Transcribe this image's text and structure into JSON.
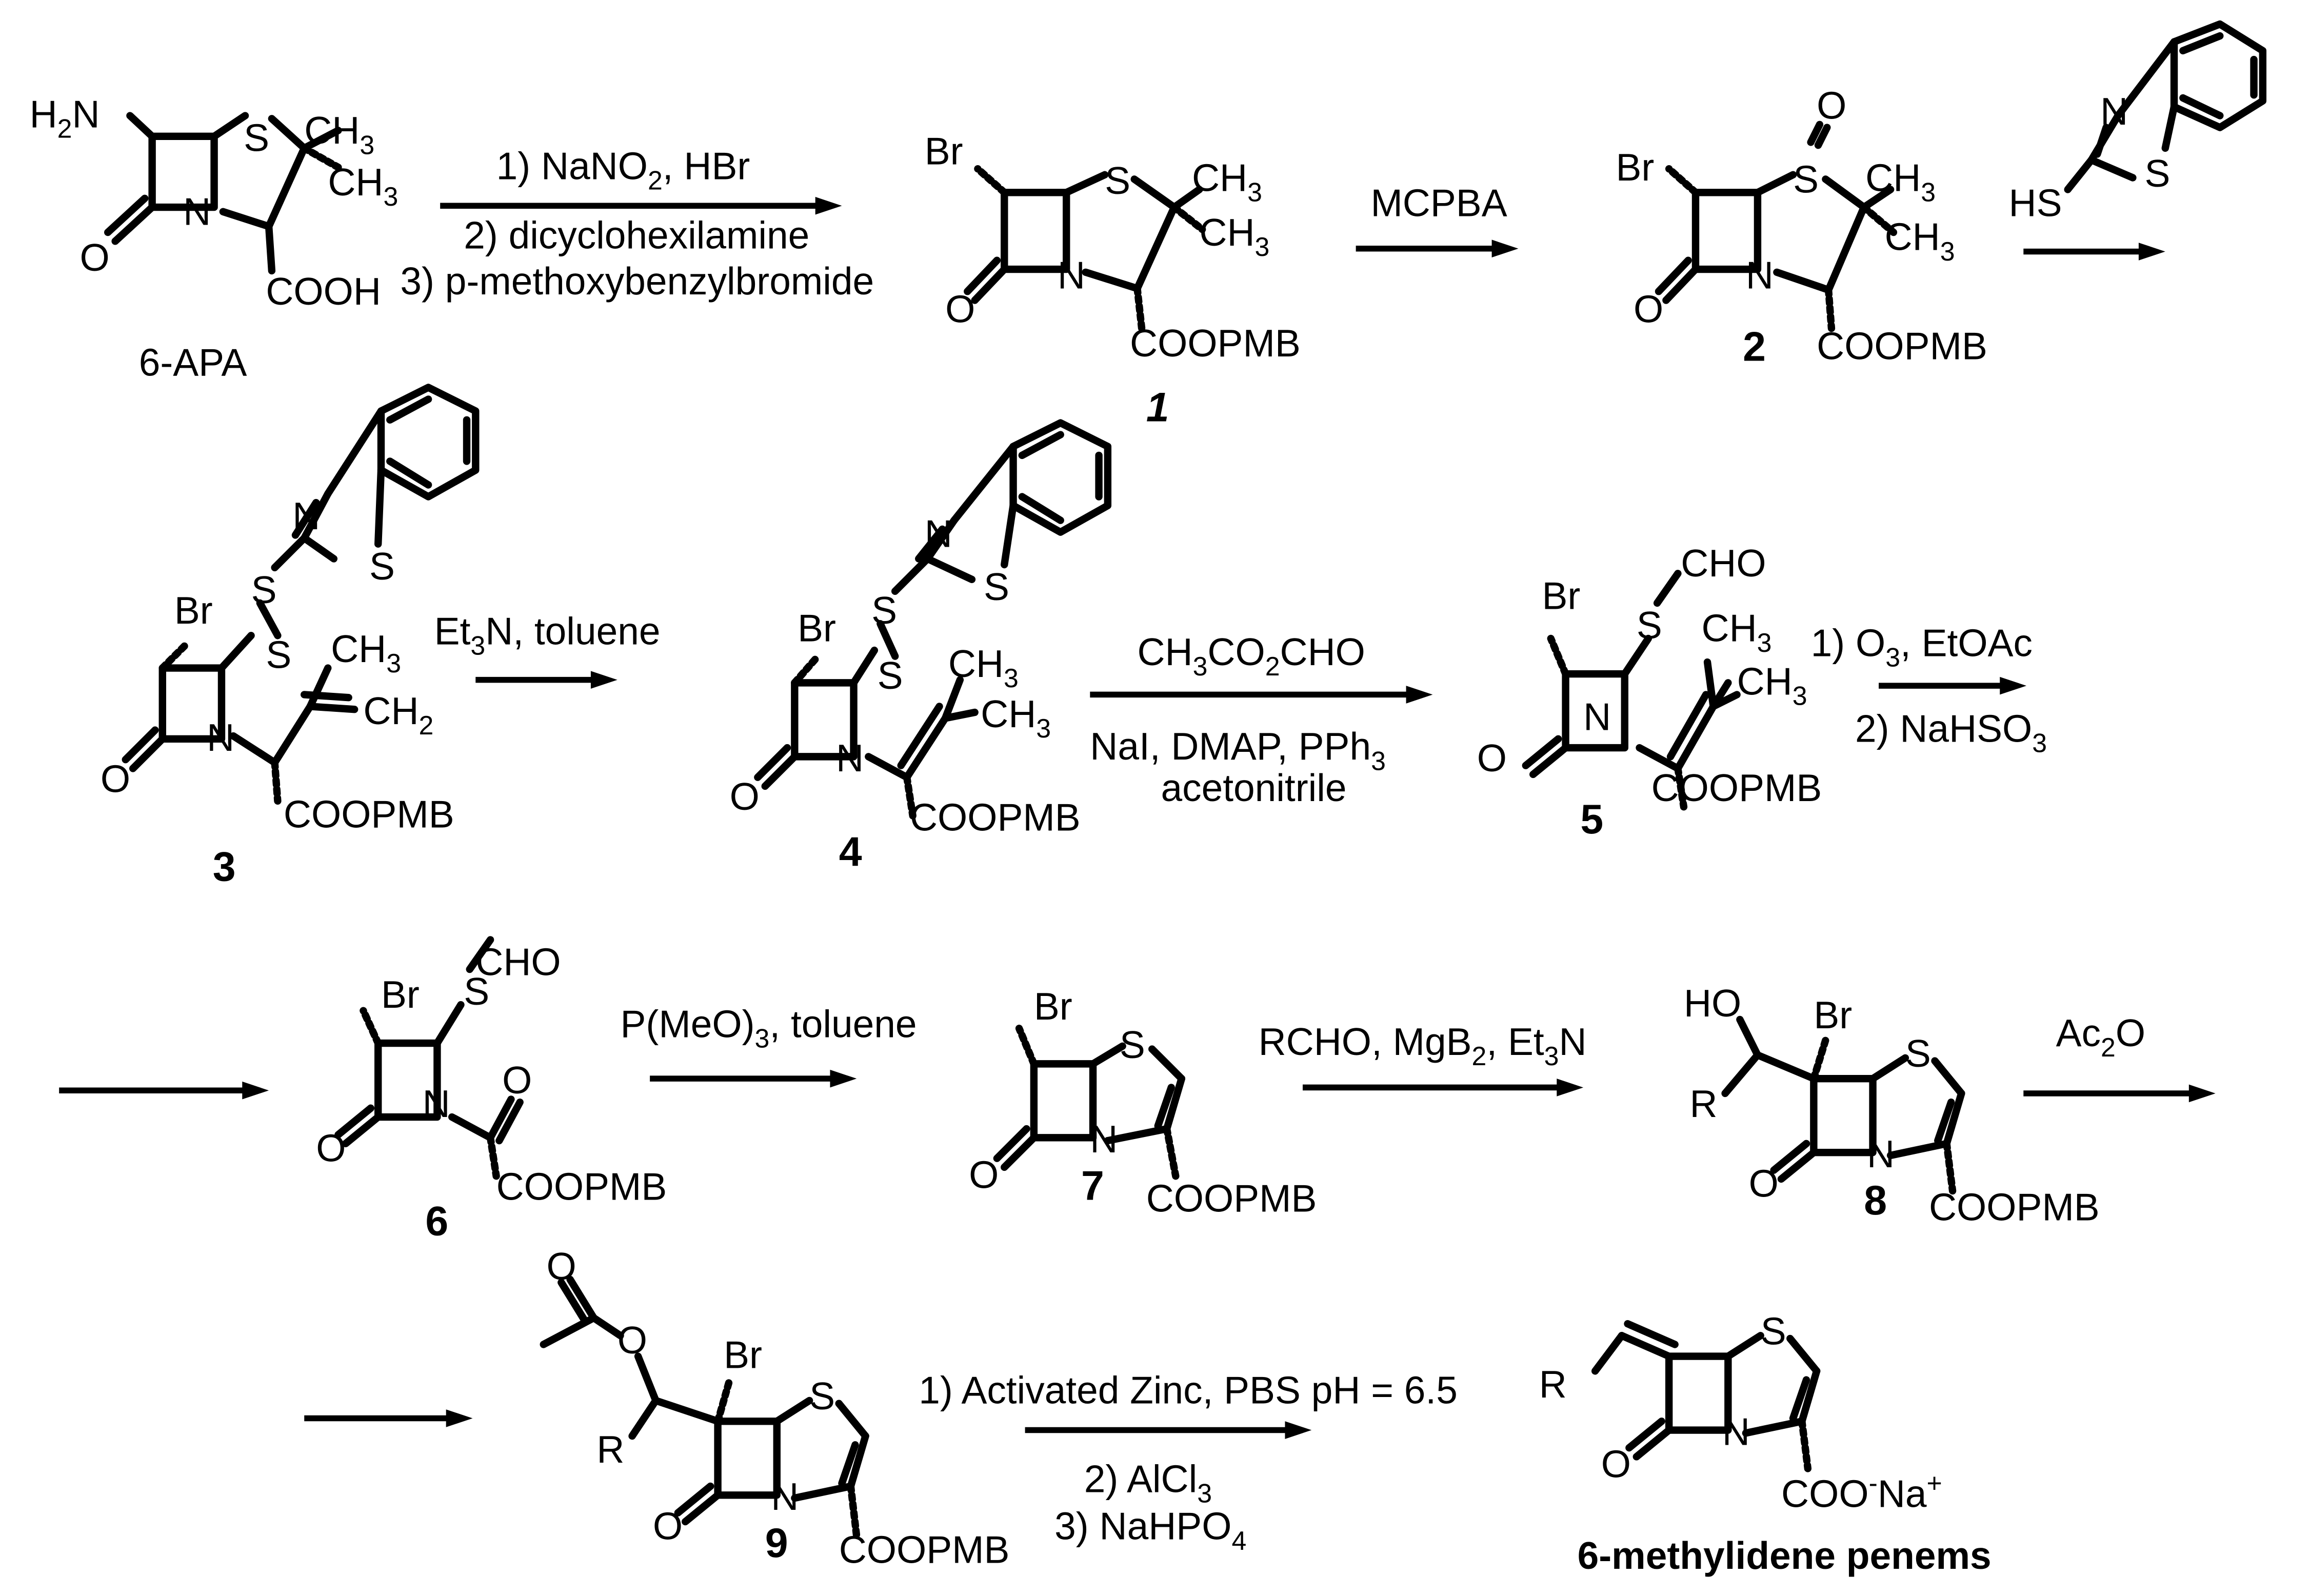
{
  "compounds": {
    "c6apa": {
      "label": "6-APA",
      "atoms": [
        "H",
        "2",
        "N",
        "S",
        "CH",
        "3",
        "CH",
        "3",
        "O",
        "N",
        "COOH"
      ]
    },
    "c1": {
      "label": "1",
      "atoms": [
        "Br",
        "S",
        "CH",
        "3",
        "CH",
        "3",
        "O",
        "N",
        "COOPMB"
      ]
    },
    "c2": {
      "label": "2",
      "atoms": [
        "Br",
        "S",
        "O",
        "CH",
        "3",
        "CH",
        "3",
        "O",
        "N",
        "COOPMB"
      ]
    },
    "reagent_bt": {
      "atoms": [
        "N",
        "S",
        "HS"
      ]
    },
    "c3": {
      "label": "3",
      "atoms": [
        "N",
        "S",
        "S",
        "S",
        "Br",
        "CH",
        "3",
        "CH",
        "2",
        "O",
        "N",
        "COOPMB"
      ]
    },
    "c4": {
      "label": "4",
      "atoms": [
        "N",
        "S",
        "S",
        "S",
        "Br",
        "CH",
        "3",
        "CH",
        "3",
        "O",
        "N",
        "COOPMB"
      ]
    },
    "c5": {
      "label": "5",
      "atoms": [
        "CHO",
        "Br",
        "S",
        "CH",
        "3",
        "CH",
        "3",
        "O",
        "N",
        "COOPMB"
      ]
    },
    "c6": {
      "label": "6",
      "atoms": [
        "CHO",
        "Br",
        "S",
        "O",
        "O",
        "N",
        "COOPMB"
      ]
    },
    "c7": {
      "label": "7",
      "atoms": [
        "Br",
        "S",
        "O",
        "N",
        "COOPMB"
      ]
    },
    "c8": {
      "label": "8",
      "atoms": [
        "HO",
        "Br",
        "R",
        "S",
        "O",
        "N",
        "COOPMB"
      ]
    },
    "c9": {
      "label": "9",
      "atoms": [
        "O",
        "O",
        "Br",
        "R",
        "S",
        "O",
        "N",
        "COOPMB"
      ]
    },
    "product": {
      "label": "6-methylidene penems",
      "atoms": [
        "R",
        "S",
        "O",
        "N",
        "COO",
        "-",
        "Na",
        "+"
      ]
    }
  },
  "reactions": {
    "r1": {
      "lines": [
        [
          "1) NaNO",
          "2",
          ", HBr"
        ],
        [
          "2) dicyclohexilamine"
        ],
        [
          "3) p-methoxybenzylbromide"
        ]
      ]
    },
    "r2": {
      "lines": [
        [
          "MCPBA"
        ]
      ]
    },
    "r3": {
      "lines": [
        [
          "Et",
          "3",
          "N, toluene"
        ]
      ]
    },
    "r4": {
      "lines": [
        [
          "CH",
          "3",
          "CO",
          "2",
          "CHO"
        ],
        [
          "NaI, DMAP, PPh",
          "3"
        ],
        [
          "acetonitrile"
        ]
      ]
    },
    "r5": {
      "lines": [
        [
          "1) O",
          "3",
          ", EtOAc"
        ],
        [
          "2) NaHSO",
          "3"
        ]
      ]
    },
    "r6": {
      "lines": [
        [
          "P(MeO)",
          "3",
          ", toluene"
        ]
      ]
    },
    "r7": {
      "lines": [
        [
          "RCHO, MgB",
          "2",
          ", Et",
          "3",
          "N"
        ]
      ]
    },
    "r8": {
      "lines": [
        [
          "Ac",
          "2",
          "O"
        ]
      ]
    },
    "r9": {
      "lines": [
        [
          "1) Activated Zinc, PBS pH = 6.5"
        ],
        [
          "2) AlCl",
          "3"
        ],
        [
          "3) NaHPO",
          "4"
        ]
      ]
    }
  }
}
